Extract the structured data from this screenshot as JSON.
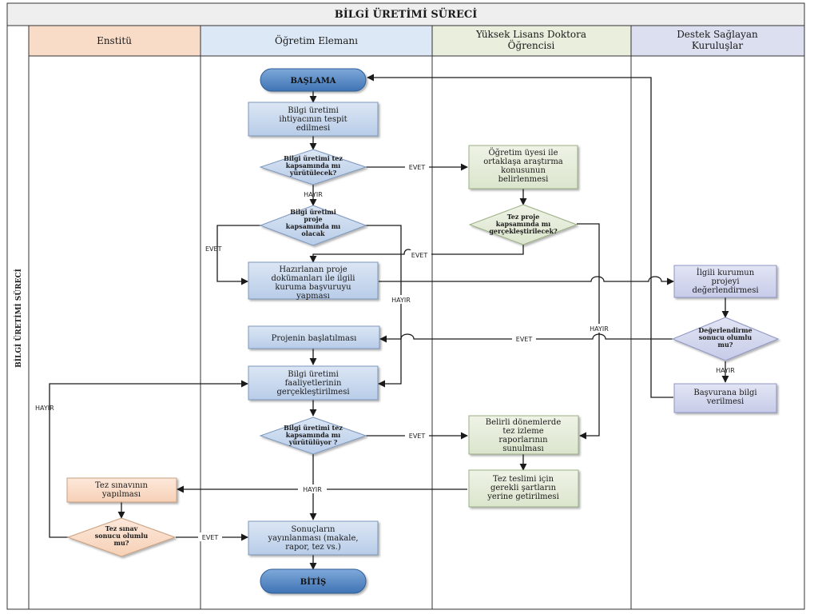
{
  "title": "BİLGİ ÜRETİMİ SÜRECİ",
  "side_label": "BİLGİ ÜRETİMİ SÜRECİ",
  "lanes": [
    {
      "lines": [
        "Enstitü"
      ]
    },
    {
      "lines": [
        "Öğretim Elemanı"
      ]
    },
    {
      "lines": [
        "Yüksek Lisans Doktora",
        "Öğrencisi"
      ]
    },
    {
      "lines": [
        "Destek Sağlayan",
        "Kuruluşlar"
      ]
    }
  ],
  "nodes": {
    "start": {
      "lines": [
        "BAŞLAMA"
      ]
    },
    "need": {
      "lines": [
        "Bilgi üretimi",
        "ihtiyacının tespit",
        "edilmesi"
      ]
    },
    "d_thesis": {
      "lines": [
        "Bilgi üretimi tez",
        "kapsamında mı",
        "yürütülecek?"
      ]
    },
    "d_project": {
      "lines": [
        "Bilgi üretimi",
        "proje",
        "kapsamında mı",
        "olacak"
      ]
    },
    "prepare": {
      "lines": [
        "Hazırlanan proje",
        "dokümanları ile ilgili",
        "kuruma başvuruyu",
        "yapması"
      ]
    },
    "proj_start": {
      "lines": [
        "Projenin başlatılması"
      ]
    },
    "activities": {
      "lines": [
        "Bilgi üretimi",
        "faaliyetlerinin",
        "gerçekleştirilmesi"
      ]
    },
    "d_ongoing": {
      "lines": [
        "Bilgi üretimi  tez",
        "kapsamında mı",
        "yürütülüyor ?"
      ]
    },
    "publish": {
      "lines": [
        "Sonuçların",
        "yayınlanması (makale,",
        "rapor, tez vs.)"
      ]
    },
    "end": {
      "lines": [
        "BİTİŞ"
      ]
    },
    "topic": {
      "lines": [
        "Öğretim üyesi ile",
        "ortaklaşa araştırma",
        "konusunun",
        "belirlenmesi"
      ]
    },
    "d_thesis_proj": {
      "lines": [
        "Tez proje",
        "kapsamında mı",
        "gerçekleştirilecek?"
      ]
    },
    "reports": {
      "lines": [
        "Belirli dönemlerde",
        "tez izleme",
        "raporlarının",
        "sunulması"
      ]
    },
    "requirements": {
      "lines": [
        "Tez teslimi için",
        "gerekli şartların",
        "yerine getirilmesi"
      ]
    },
    "exam": {
      "lines": [
        "Tez sınavının",
        "yapılması"
      ]
    },
    "d_exam": {
      "lines": [
        "Tez sınav",
        "sonucu olumlu",
        "mu?"
      ]
    },
    "evaluate": {
      "lines": [
        "İlgili kurumun",
        "projeyi",
        "değerlendirmesi"
      ]
    },
    "d_eval": {
      "lines": [
        "Değerlendirme",
        "sonucu olumlu",
        "mu?"
      ]
    },
    "inform": {
      "lines": [
        "Başvurana bilgi",
        "verilmesi"
      ]
    }
  },
  "edge_labels": {
    "yes": "EVET",
    "no": "HAYIR"
  },
  "colors": {
    "lane1_header": "#f9dcc8",
    "lane2_header": "#dce8f5",
    "lane3_header": "#e9eedd",
    "lane4_header": "#dcdff0",
    "blue_box": "#c6d7ee",
    "green_box": "#e4ecd8",
    "purple_box": "#d2d6ee",
    "peach_box": "#f9dcc6",
    "terminal": "#5b8ec9"
  }
}
